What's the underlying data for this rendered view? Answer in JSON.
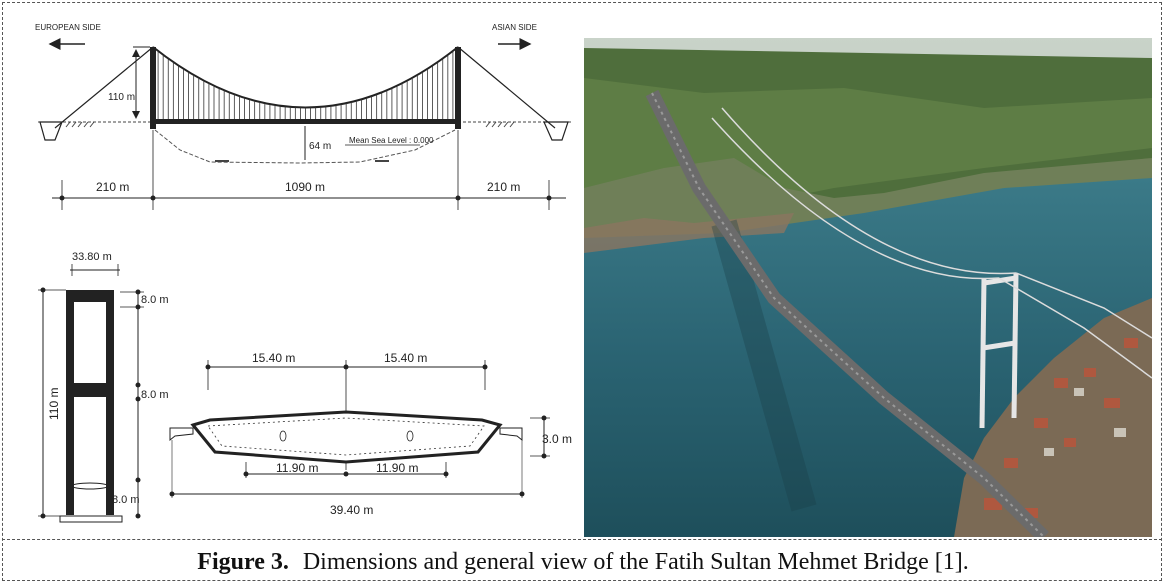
{
  "elevation": {
    "european_side": "EUROPEAN SIDE",
    "asian_side": "ASIAN SIDE",
    "tower_height": "110 m",
    "clearance": "64 m",
    "sea_level": "Mean Sea Level : 0.000",
    "left_span": "210 m",
    "main_span": "1090 m",
    "right_span": "210 m"
  },
  "tower": {
    "width": "33.80 m",
    "height": "110 m",
    "beam_top": "8.0 m",
    "beam_mid": "8.0 m",
    "beam_bottom": "8.0 m"
  },
  "deck": {
    "half_top_left": "15.40 m",
    "half_top_right": "15.40 m",
    "inner_left": "11.90 m",
    "inner_right": "11.90 m",
    "total_width": "39.40 m",
    "depth": "3.0 m"
  },
  "caption": {
    "label": "Figure 3.",
    "text": "Dimensions and general view of the Fatih Sultan Mehmet Bridge [1]."
  }
}
